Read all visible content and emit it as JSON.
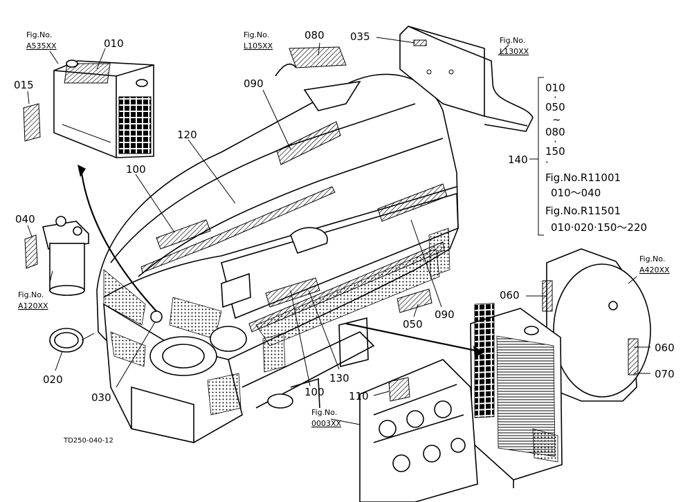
{
  "drawing_code": "TD250-040-12",
  "fig_refs": {
    "battery": {
      "line1": "Fig.No.",
      "line2": "A535XX"
    },
    "hood_top": {
      "line1": "Fig.No.",
      "line2": "L105XX"
    },
    "guard": {
      "line1": "Fig.No.",
      "line2": "L130XX"
    },
    "filter": {
      "line1": "Fig.No.",
      "line2": "A120XX"
    },
    "fan_shroud": {
      "line1": "Fig.No.",
      "line2": "A420XX"
    },
    "engine": {
      "line1": "Fig.No.",
      "line2": "0003XX"
    }
  },
  "parts": {
    "p010": "010",
    "p015": "015",
    "p020": "020",
    "p030": "030",
    "p035": "035",
    "p040": "040",
    "p050": "050",
    "p060a": "060",
    "p060b": "060",
    "p070": "070",
    "p080": "080",
    "p090a": "090",
    "p090b": "090",
    "p100a": "100",
    "p100b": "100",
    "p110": "110",
    "p120": "120",
    "p130": "130",
    "p140": "140"
  },
  "set_note": {
    "l1": "010",
    "l2": "·",
    "l3": "050",
    "l4": "~",
    "l5": "080",
    "l6": "·",
    "l7": "150",
    "l8": "·",
    "l9": "Fig.No.R11001",
    "l10": "010～040",
    "l11": "Fig.No.R11501",
    "l12": "010·020·150～220"
  }
}
